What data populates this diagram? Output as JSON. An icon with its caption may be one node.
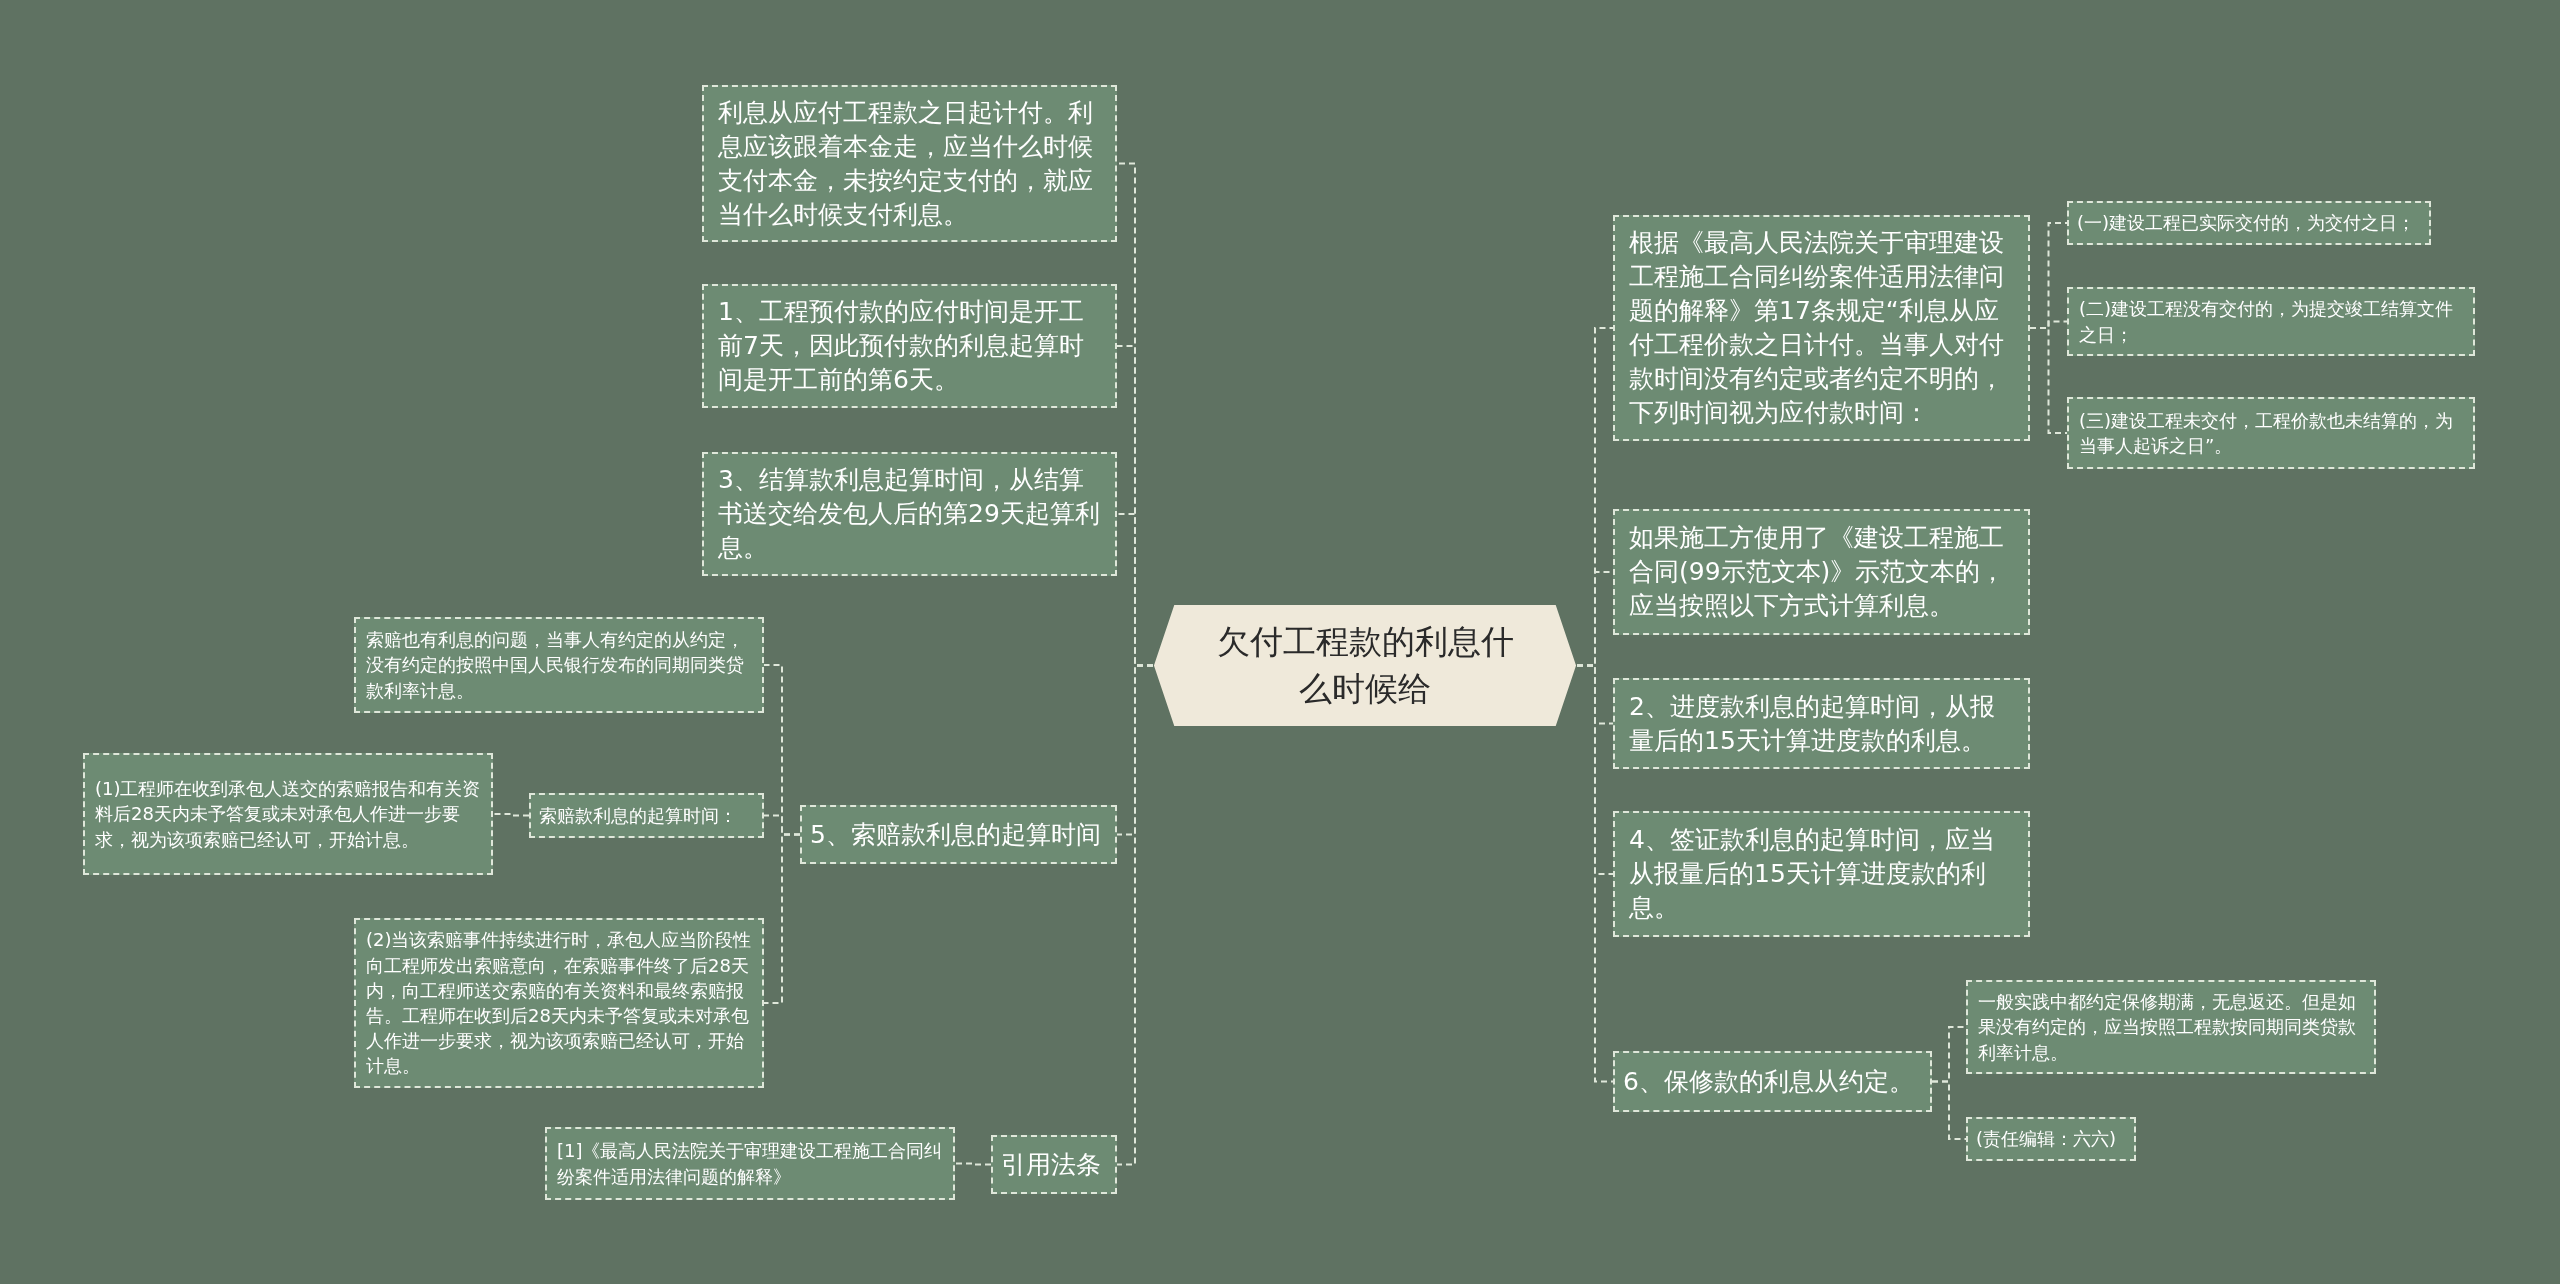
{
  "diagram": {
    "nodes": [
      {
        "text": [
          "欠付工程款的利息什么时候给"
        ]
      },
      {
        "text": [
          "利息从应付工程款之日起计付。利息应该跟着本金走，应当什么时候支付本金，未按约定支付的，就应当什么时候支付利息。"
        ]
      },
      {
        "text": [
          "1、工程预付款的应付时间是开工前7天，因此预付款的利息起算时间是开工前的第6天。"
        ]
      },
      {
        "text": [
          "3、结算款利息起算时间，从结算书送交给发包人后的第29天起算利息。"
        ]
      },
      {
        "text": [
          "5、索赔款利息的起算时间"
        ]
      },
      {
        "text": [
          "索赔也有利息的问题，当事人有约定的从约定，没有约定的按照中国人民银行发布的同期同类贷款利率计息。"
        ]
      },
      {
        "text": [
          "索赔款利息的起算时间："
        ]
      },
      {
        "text": [
          "(1)工程师在收到承包人送交的索赔报告和有关资料后28天内未予答复或未对承包人作进一步要求，视为该项索赔已经认可，开始计息。"
        ]
      },
      {
        "text": [
          "(2)当该索赔事件持续进行时，承包人应当阶段性向工程师发出索赔意向，在索赔事件终了后28天内，向工程师送交索赔的有关资料和最终索赔报告。工程师在收到后28天内未予答复或未对承包人作进一步要求，视为该项索赔已经认可，开始计息。"
        ]
      },
      {
        "text": [
          "引用法条"
        ]
      },
      {
        "text": [
          "[1]《最高人民法院关于审理建设工程施工合同纠纷案件适用法律问题的解释》"
        ]
      },
      {
        "text": [
          "根据《最高人民法院关于审理建设工程施工合同纠纷案件适用法律问题的解释》第17条规定“利息从应付工程价款之日计付。当事人对付款时间没有约定或者约定不明的，下列时间视为应付款时间："
        ]
      },
      {
        "text": [
          "(一)建设工程已实际交付的，为交付之日；"
        ]
      },
      {
        "text": [
          "(二)建设工程没有交付的，为提交竣工结算文件之日；"
        ]
      },
      {
        "text": [
          "(三)建设工程未交付，工程价款也未结算的，为当事人起诉之日”。"
        ]
      },
      {
        "text": [
          "如果施工方使用了《建设工程施工合同(99示范文本)》示范文本的，应当按照以下方式计算利息。"
        ]
      },
      {
        "text": [
          "2、进度款利息的起算时间，从报量后的15天计算进度款的利息。"
        ]
      },
      {
        "text": [
          "4、签证款利息的起算时间，应当从报量后的15天计算进度款的利息。"
        ]
      },
      {
        "text": [
          "6、保修款的利息从约定。"
        ]
      },
      {
        "text": [
          "一般实践中都约定保修期满，无息返还。但是如果没有约定的，应当按照工程款按同期同类贷款利率计息。"
        ]
      },
      {
        "text": [
          "(责任编辑：六六)"
        ]
      }
    ],
    "edges": [
      {
        "from": 0,
        "to": 1,
        "arrow": "none"
      },
      {
        "from": 0,
        "to": 2,
        "arrow": "none"
      },
      {
        "from": 0,
        "to": 3,
        "arrow": "none"
      },
      {
        "from": 0,
        "to": 4,
        "arrow": "none"
      },
      {
        "from": 4,
        "to": 5,
        "arrow": "none"
      },
      {
        "from": 4,
        "to": 6,
        "arrow": "none"
      },
      {
        "from": 6,
        "to": 7,
        "arrow": "none"
      },
      {
        "from": 4,
        "to": 8,
        "arrow": "none"
      },
      {
        "from": 0,
        "to": 9,
        "arrow": "none"
      },
      {
        "from": 9,
        "to": 10,
        "arrow": "none"
      },
      {
        "from": 0,
        "to": 11,
        "arrow": "none"
      },
      {
        "from": 11,
        "to": 12,
        "arrow": "none"
      },
      {
        "from": 11,
        "to": 13,
        "arrow": "none"
      },
      {
        "from": 11,
        "to": 14,
        "arrow": "none"
      },
      {
        "from": 0,
        "to": 15,
        "arrow": "none"
      },
      {
        "from": 0,
        "to": 16,
        "arrow": "none"
      },
      {
        "from": 0,
        "to": 17,
        "arrow": "none"
      },
      {
        "from": 0,
        "to": 18,
        "arrow": "none"
      },
      {
        "from": 18,
        "to": 19,
        "arrow": "none"
      },
      {
        "from": 18,
        "to": 20,
        "arrow": "none"
      }
    ]
  }
}
